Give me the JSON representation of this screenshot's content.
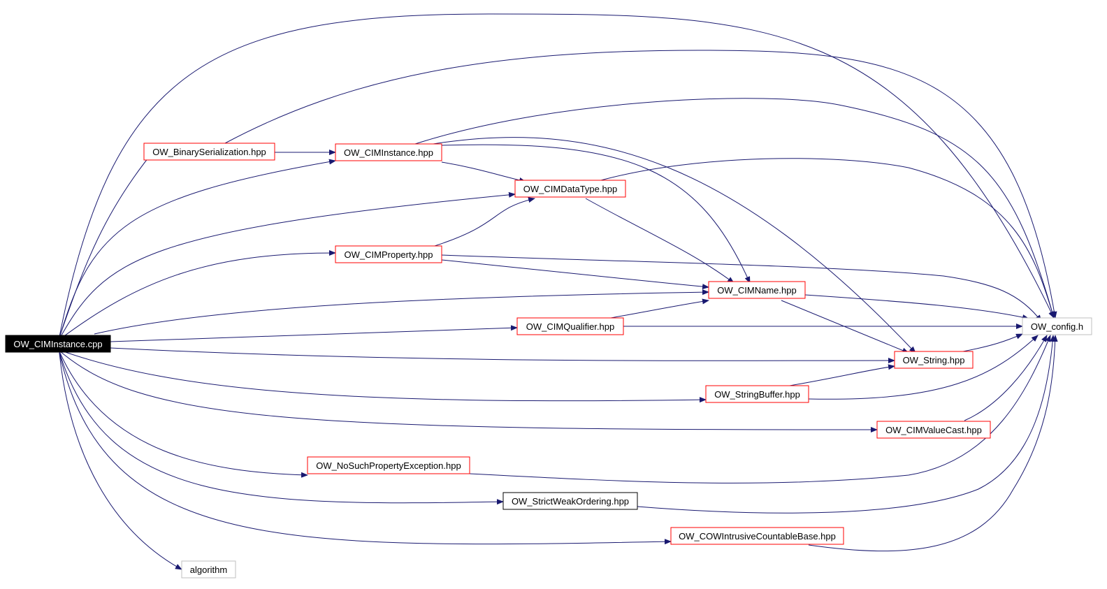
{
  "colors": {
    "edge": "#191970",
    "linked_border": "#ff0000",
    "plain_border": "#000000",
    "external_border": "#bfbfbf",
    "root_fill": "#000000",
    "root_text": "#ffffff",
    "text": "#000000"
  },
  "nodes": {
    "root": {
      "label": "OW_CIMInstance.cpp",
      "style": "root"
    },
    "binser": {
      "label": "OW_BinarySerialization.hpp",
      "style": "linked"
    },
    "ciminst": {
      "label": "OW_CIMInstance.hpp",
      "style": "linked"
    },
    "datatype": {
      "label": "OW_CIMDataType.hpp",
      "style": "linked"
    },
    "property": {
      "label": "OW_CIMProperty.hpp",
      "style": "linked"
    },
    "name": {
      "label": "OW_CIMName.hpp",
      "style": "linked"
    },
    "qualifier": {
      "label": "OW_CIMQualifier.hpp",
      "style": "linked"
    },
    "config": {
      "label": "OW_config.h",
      "style": "external"
    },
    "string": {
      "label": "OW_String.hpp",
      "style": "linked"
    },
    "strbuf": {
      "label": "OW_StringBuffer.hpp",
      "style": "linked"
    },
    "valuecast": {
      "label": "OW_CIMValueCast.hpp",
      "style": "linked"
    },
    "nosuch": {
      "label": "OW_NoSuchPropertyException.hpp",
      "style": "linked"
    },
    "strictweak": {
      "label": "OW_StrictWeakOrdering.hpp",
      "style": "plain"
    },
    "cowbase": {
      "label": "OW_COWIntrusiveCountableBase.hpp",
      "style": "linked"
    },
    "algorithm": {
      "label": "algorithm",
      "style": "external"
    }
  },
  "edges": [
    [
      "root",
      "binser"
    ],
    [
      "root",
      "ciminst"
    ],
    [
      "root",
      "datatype"
    ],
    [
      "root",
      "property"
    ],
    [
      "root",
      "name"
    ],
    [
      "root",
      "qualifier"
    ],
    [
      "root",
      "string"
    ],
    [
      "root",
      "strbuf"
    ],
    [
      "root",
      "valuecast"
    ],
    [
      "root",
      "nosuch"
    ],
    [
      "root",
      "strictweak"
    ],
    [
      "root",
      "cowbase"
    ],
    [
      "root",
      "algorithm"
    ],
    [
      "root",
      "config"
    ],
    [
      "binser",
      "ciminst"
    ],
    [
      "binser",
      "config"
    ],
    [
      "ciminst",
      "datatype"
    ],
    [
      "ciminst",
      "name"
    ],
    [
      "ciminst",
      "string"
    ],
    [
      "ciminst",
      "config"
    ],
    [
      "datatype",
      "name"
    ],
    [
      "datatype",
      "config"
    ],
    [
      "property",
      "datatype"
    ],
    [
      "property",
      "name"
    ],
    [
      "property",
      "config"
    ],
    [
      "name",
      "string"
    ],
    [
      "name",
      "config"
    ],
    [
      "qualifier",
      "name"
    ],
    [
      "qualifier",
      "config"
    ],
    [
      "string",
      "config"
    ],
    [
      "strbuf",
      "string"
    ],
    [
      "strbuf",
      "config"
    ],
    [
      "valuecast",
      "config"
    ],
    [
      "nosuch",
      "config"
    ],
    [
      "strictweak",
      "config"
    ],
    [
      "cowbase",
      "config"
    ]
  ]
}
